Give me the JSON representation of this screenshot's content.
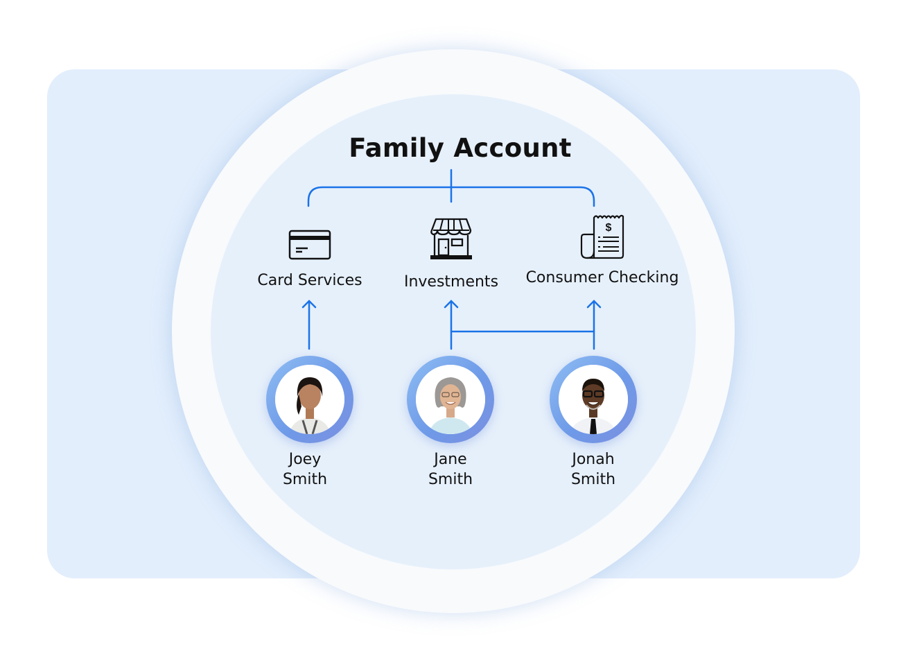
{
  "diagram": {
    "title": "Family Account",
    "accent_color": "#1a73e8",
    "services": [
      {
        "label": "Card Services",
        "icon": "credit-card-icon"
      },
      {
        "label": "Investments",
        "icon": "storefront-icon"
      },
      {
        "label": "Consumer Checking",
        "icon": "receipt-dollar-icon"
      }
    ],
    "members": [
      {
        "first": "Joey",
        "last": "Smith",
        "links_to": [
          "Card Services"
        ]
      },
      {
        "first": "Jane",
        "last": "Smith",
        "links_to": [
          "Investments",
          "Consumer Checking"
        ]
      },
      {
        "first": "Jonah",
        "last": "Smith",
        "links_to": [
          "Consumer Checking",
          "Investments"
        ]
      }
    ]
  }
}
